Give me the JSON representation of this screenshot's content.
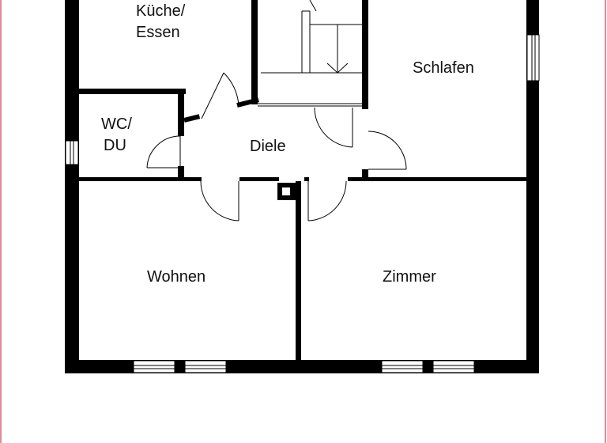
{
  "rooms": {
    "kitchen_line1": "Küche/",
    "kitchen_line2": "Essen",
    "bedroom": "Schlafen",
    "wc_line1": "WC/",
    "wc_line2": "DU",
    "hall": "Diele",
    "living": "Wohnen",
    "room": "Zimmer"
  },
  "colors": {
    "wall": "#000000",
    "border": "#c8102e",
    "background": "#ffffff"
  }
}
